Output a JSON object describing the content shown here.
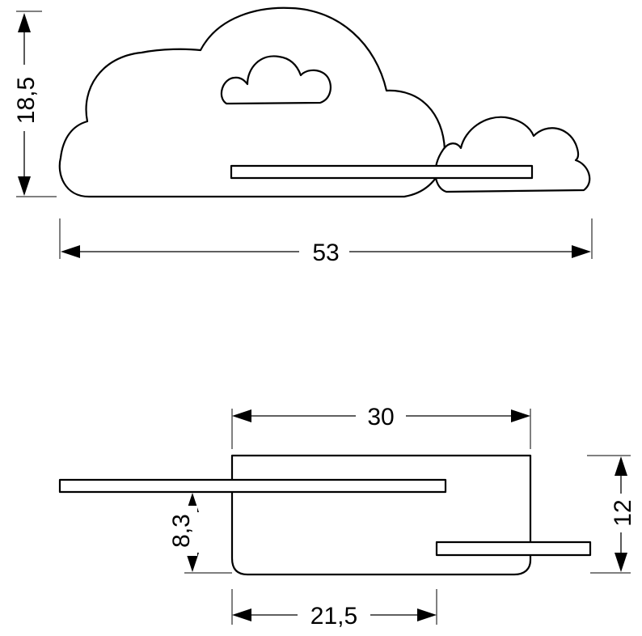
{
  "dimensions": {
    "top_view_height": "18,5",
    "top_view_width": "53",
    "side_view_top_width": "30",
    "side_view_shelf_height": "8,3",
    "side_view_depth": "12",
    "side_view_bottom_width": "21,5"
  }
}
